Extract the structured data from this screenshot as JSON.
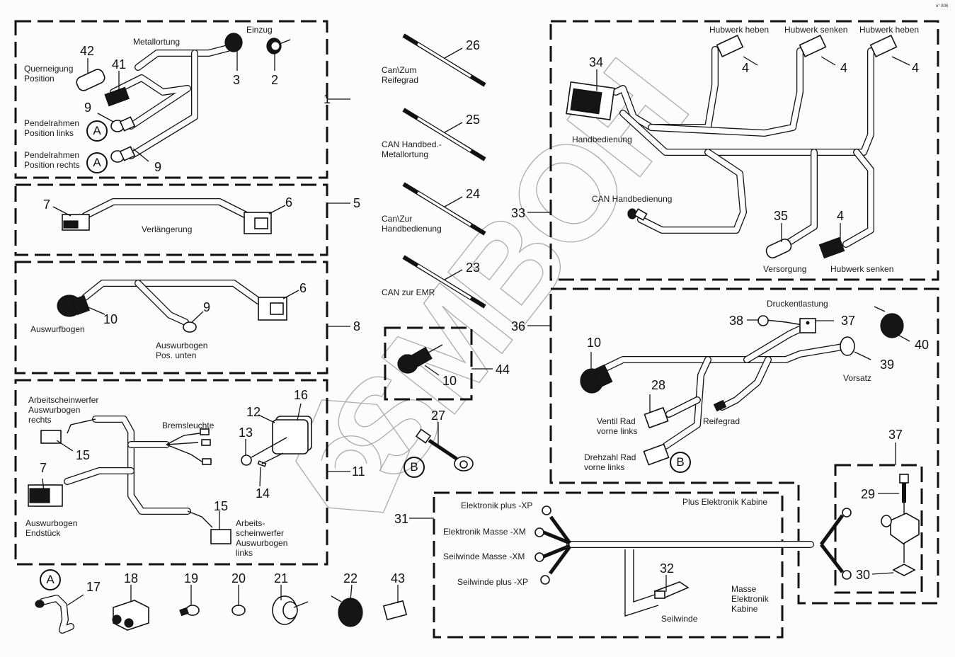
{
  "corner_mark": "o° 806",
  "watermark": "SMBOH",
  "colors": {
    "line": "#111111",
    "background": "#fbfcfb",
    "watermark": "#9a9a9a"
  },
  "groups": [
    {
      "id": "1",
      "callout": "1",
      "labels": {
        "querneigung": "Querneigung\nPosition",
        "metallortung": "Metallortung",
        "einzug": "Einzug",
        "pendel_links": "Pendelrahmen\nPosition links",
        "pendel_rechts": "Pendelrahmen\nPosition rechts"
      },
      "parts": [
        "42",
        "41",
        "3",
        "2",
        "9",
        "9"
      ],
      "refs": [
        "A",
        "A"
      ]
    },
    {
      "id": "5",
      "callout": "5",
      "labels": {
        "verlaengerung": "Verlängerung"
      },
      "parts": [
        "7",
        "6"
      ]
    },
    {
      "id": "8",
      "callout": "8",
      "labels": {
        "auswurfbogen": "Auswurfbogen",
        "pos_unten": "Auswurbogen\nPos. unten"
      },
      "parts": [
        "10",
        "9",
        "6"
      ]
    },
    {
      "id": "11",
      "callout": "11",
      "labels": {
        "aw_rechts": "Arbeitscheinwerfer\nAuswurbogen\nrechts",
        "bremsleuchte": "Bremsleuchte",
        "endstueck": "Auswurbogen\nEndstück",
        "aw_links": "Arbeits-\nscheinwerfer\nAuswurbogen\nlinks"
      },
      "parts": [
        "15",
        "7",
        "16",
        "12",
        "13",
        "14",
        "15"
      ]
    },
    {
      "id": "cables",
      "items": [
        {
          "num": "26",
          "label": "Can\\Zum\nReifegrad"
        },
        {
          "num": "25",
          "label": "CAN Handbed.-\nMetallortung"
        },
        {
          "num": "24",
          "label": "Can\\Zur\nHandbedienung"
        },
        {
          "num": "23",
          "label": "CAN zur EMR"
        }
      ]
    },
    {
      "id": "44",
      "callout": "44",
      "parts": [
        "10"
      ]
    },
    {
      "id": "27",
      "parts": [
        "27"
      ],
      "refs": [
        "B"
      ]
    },
    {
      "id": "33",
      "callout": "33",
      "labels": {
        "heben1": "Hubwerk heben",
        "senken1": "Hubwerk senken",
        "heben2": "Hubwerk heben",
        "handbedienung": "Handbedienung",
        "can_hand": "CAN Handbedienung",
        "versorgung": "Versorgung",
        "senken2": "Hubwerk senken"
      },
      "parts": [
        "34",
        "4",
        "4",
        "4",
        "35",
        "4"
      ]
    },
    {
      "id": "36",
      "callout": "36",
      "labels": {
        "druck": "Druckentlastung",
        "vorsatz": "Vorsatz",
        "ventil": "Ventil Rad\nvorne links",
        "drehzahl": "Drehzahl Rad\nvorne links",
        "reifegrad": "Reifegrad"
      },
      "parts": [
        "10",
        "38",
        "37",
        "40",
        "39",
        "28"
      ],
      "refs": [
        "B"
      ]
    },
    {
      "id": "37",
      "callout": "37",
      "parts": [
        "29",
        "30"
      ]
    },
    {
      "id": "31",
      "callout": "31",
      "labels": {
        "ep": "Elektronik plus -XP",
        "em": "Elektronik Masse -XM",
        "sm": "Seilwinde Masse -XM",
        "sp": "Seilwinde plus -XP",
        "plus_kab": "Plus Elektronik Kabine",
        "masse_kab": "Masse\nElektronik\nKabine",
        "seilwinde": "Seilwinde"
      },
      "parts": [
        "32"
      ]
    },
    {
      "id": "loose",
      "items": [
        {
          "num": "17",
          "ref": "A"
        },
        {
          "num": "18"
        },
        {
          "num": "19"
        },
        {
          "num": "20"
        },
        {
          "num": "21"
        },
        {
          "num": "22"
        },
        {
          "num": "43"
        }
      ]
    }
  ]
}
